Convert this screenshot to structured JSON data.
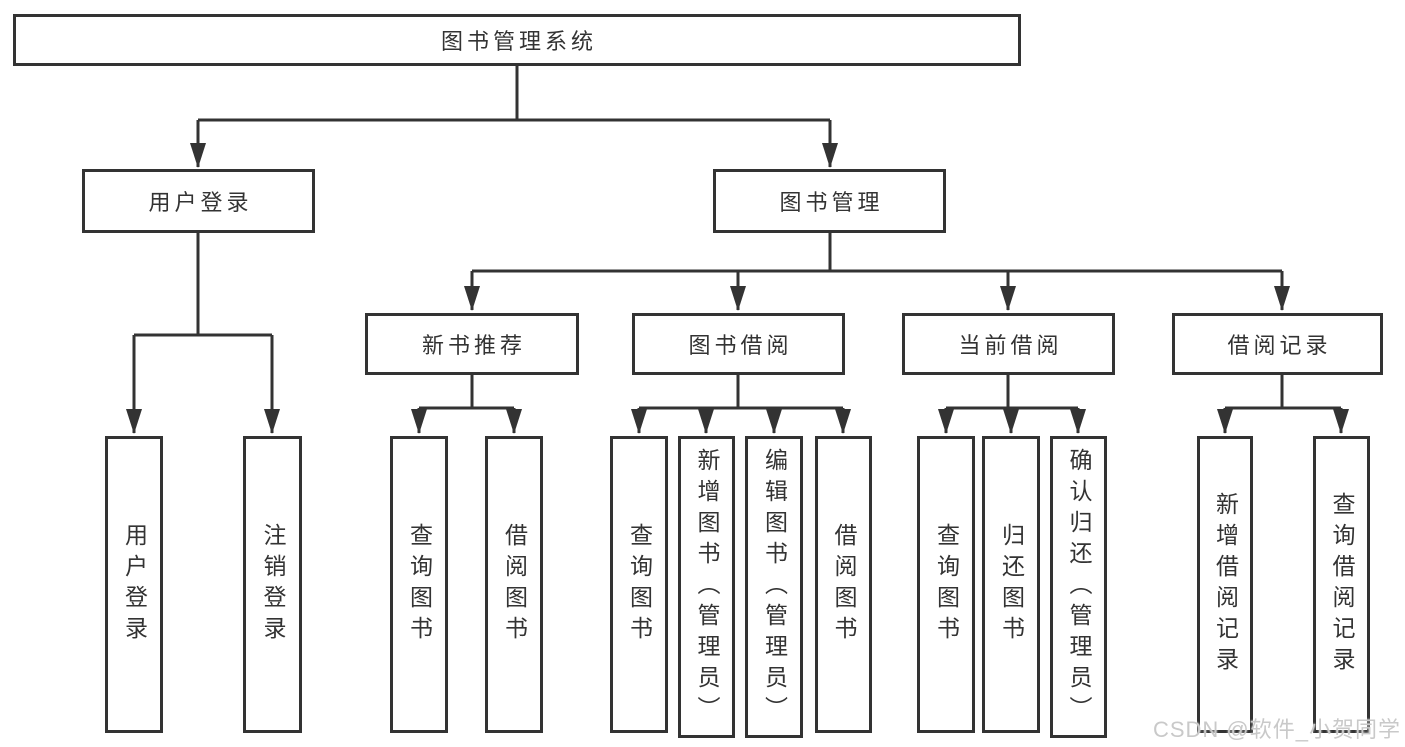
{
  "colors": {
    "line": "#333333",
    "text": "#333333",
    "watermark": "#c9c9c9",
    "background": "#ffffff"
  },
  "watermark": {
    "text": "CSDN @软件_小贺同学"
  },
  "nodes": {
    "root": {
      "label": "图书管理系统"
    },
    "user_login": {
      "label": "用户登录"
    },
    "book_mgmt": {
      "label": "图书管理"
    },
    "new_book_rec": {
      "label": "新书推荐"
    },
    "book_borrow": {
      "label": "图书借阅"
    },
    "current_borrow": {
      "label": "当前借阅"
    },
    "borrow_records": {
      "label": "借阅记录"
    },
    "ul_user_login": {
      "label": "用户登录"
    },
    "ul_logout": {
      "label": "注销登录"
    },
    "nb_query_book": {
      "label": "查询图书"
    },
    "nb_borrow_book": {
      "label": "借阅图书"
    },
    "bb_query_book": {
      "label": "查询图书"
    },
    "bb_add_book": {
      "label": "新增图书（管理员）"
    },
    "bb_edit_book": {
      "label": "编辑图书（管理员）"
    },
    "bb_borrow_book": {
      "label": "借阅图书"
    },
    "cb_query_book": {
      "label": "查询图书"
    },
    "cb_return_book": {
      "label": "归还图书"
    },
    "cb_confirm_return": {
      "label": "确认归还（管理员）"
    },
    "br_add_record": {
      "label": "新增借阅记录"
    },
    "br_query_record": {
      "label": "查询借阅记录"
    }
  }
}
